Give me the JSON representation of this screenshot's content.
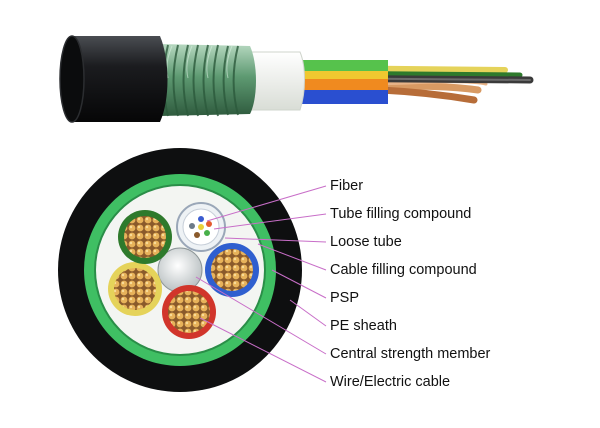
{
  "labels": [
    "Fiber",
    "Tube filling compound",
    "Loose tube",
    "Cable filling  compound",
    "PSP",
    "PE  sheath",
    "Central strength member",
    "Wire/Electric cable"
  ],
  "colors": {
    "sheath": "#0e0f10",
    "psp_green": "#3fbf63",
    "armor_green": "#5e9a72",
    "filling_white": "#f3f5f2",
    "tube_blue": "#2f5fcf",
    "tube_red": "#d1352b",
    "tube_yellow": "#e5d35a",
    "tube_darkgreen": "#2e7a2c",
    "copper": "#c98a4d",
    "leader_line": "#c86ec8"
  }
}
